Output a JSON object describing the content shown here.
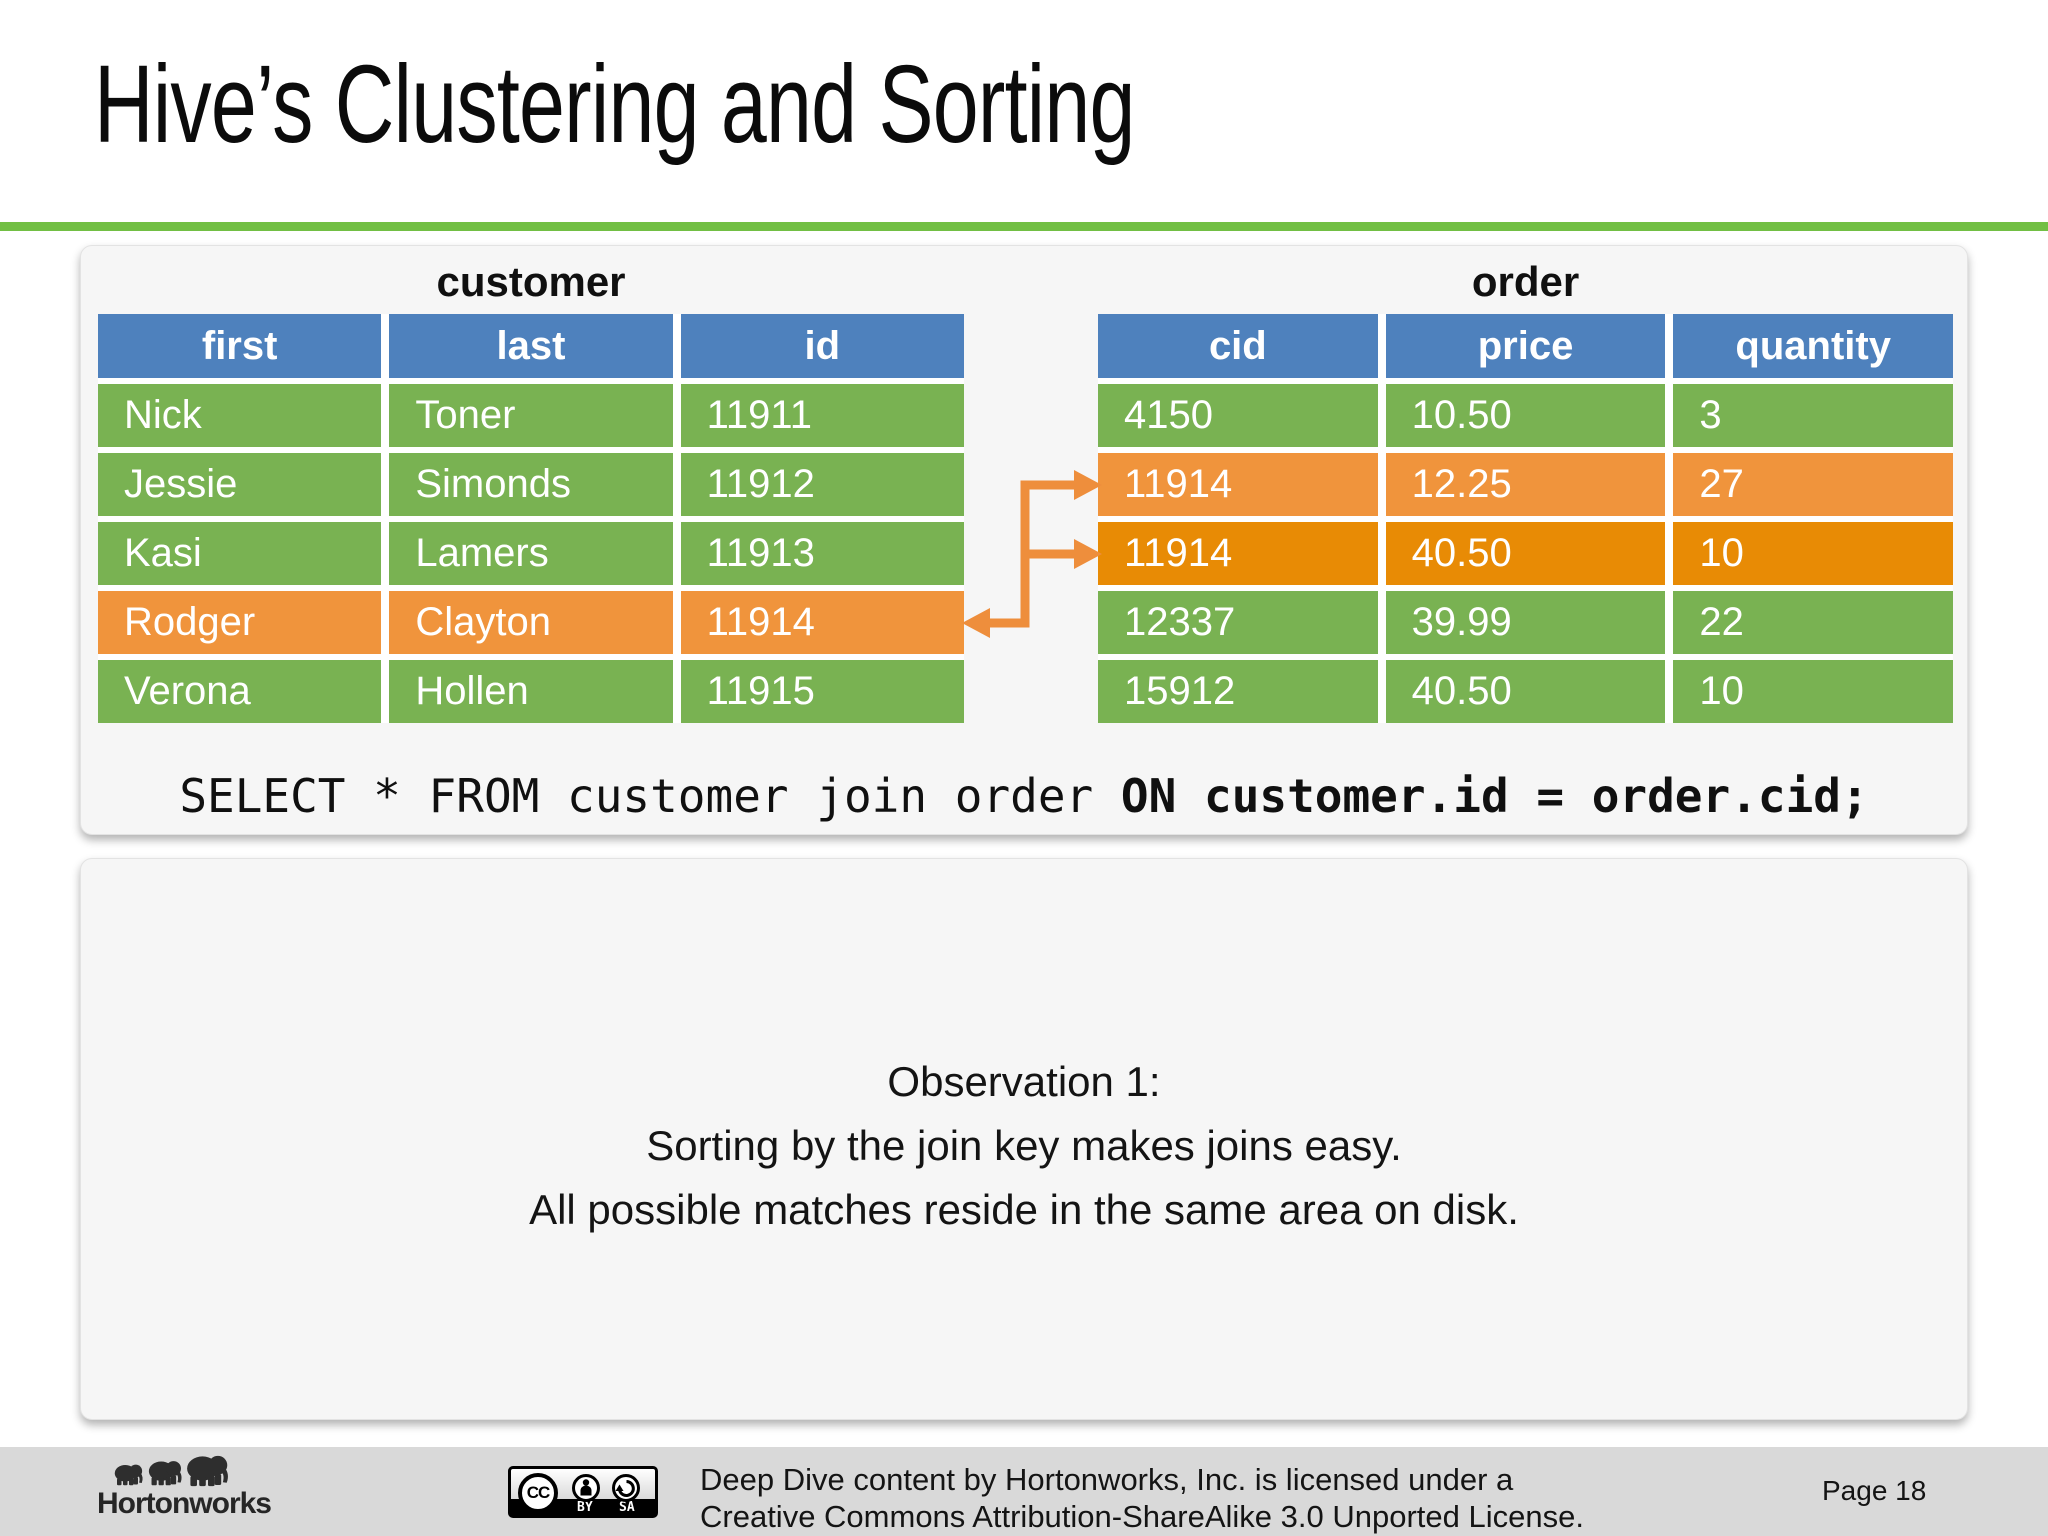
{
  "slide": {
    "title": "Hive’s Clustering and Sorting"
  },
  "customer_table": {
    "title": "customer",
    "headers": [
      "first",
      "last",
      "id"
    ],
    "rows": [
      {
        "cells": [
          "Nick",
          "Toner",
          "11911"
        ],
        "highlight": "green"
      },
      {
        "cells": [
          "Jessie",
          "Simonds",
          "11912"
        ],
        "highlight": "green"
      },
      {
        "cells": [
          "Kasi",
          "Lamers",
          "11913"
        ],
        "highlight": "green"
      },
      {
        "cells": [
          "Rodger",
          "Clayton",
          "11914"
        ],
        "highlight": "orange"
      },
      {
        "cells": [
          "Verona",
          "Hollen",
          "11915"
        ],
        "highlight": "green"
      }
    ]
  },
  "order_table": {
    "title": "order",
    "headers": [
      "cid",
      "price",
      "quantity"
    ],
    "rows": [
      {
        "cells": [
          "4150",
          "10.50",
          "3"
        ],
        "highlight": "green"
      },
      {
        "cells": [
          "11914",
          "12.25",
          "27"
        ],
        "highlight": "orange"
      },
      {
        "cells": [
          "11914",
          "40.50",
          "10"
        ],
        "highlight": "orange-dark"
      },
      {
        "cells": [
          "12337",
          "39.99",
          "22"
        ],
        "highlight": "green"
      },
      {
        "cells": [
          "15912",
          "40.50",
          "10"
        ],
        "highlight": "green"
      }
    ]
  },
  "sql": {
    "normal": "SELECT * FROM customer join order ",
    "bold": "ON customer.id = order.cid;"
  },
  "observation": {
    "line1": "Observation 1:",
    "line2": "Sorting by the join key makes joins easy.",
    "line3": "All possible matches reside in the same area on disk."
  },
  "footer": {
    "logo_text": "Hortonworks",
    "cc_label": "CC",
    "cc_by": "BY",
    "cc_sa": "SA",
    "license_line1": "Deep Dive content by Hortonworks, Inc. is licensed under a",
    "license_line2": "Creative Commons Attribution-ShareAlike 3.0 Unported License.",
    "page": "Page 18"
  },
  "colors": {
    "accent_green": "#72bf44",
    "header_blue": "#4e81bd",
    "row_green": "#79b252",
    "row_orange_light": "#f0943c",
    "row_orange_dark": "#e88b05",
    "arrow_orange": "#ee8e3c"
  }
}
